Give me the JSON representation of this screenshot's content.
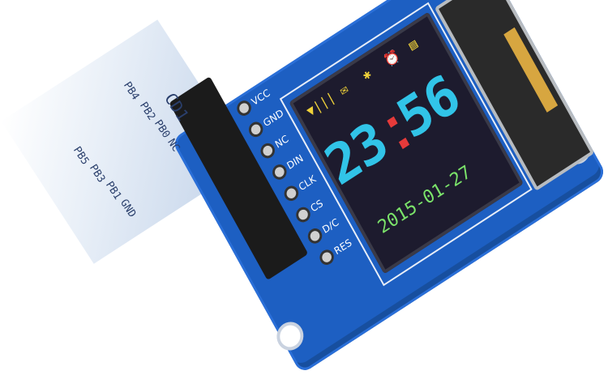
{
  "module": {
    "left_pins": [
      "VCC",
      "GND",
      "NC",
      "DIN",
      "CLK",
      "CS",
      "D/C",
      "RES"
    ],
    "ghost_board_labels": [
      "PB4",
      "PB2",
      "PB0",
      "NC",
      "CD1",
      "PB5",
      "PB3",
      "PB1",
      "GND"
    ],
    "screen": {
      "hours": "23",
      "minutes": "56",
      "date": "2015-01-27",
      "status_icons": [
        "signal-icon",
        "mail-icon",
        "bluetooth-icon",
        "alarm-icon",
        "battery-icon"
      ],
      "colors": {
        "time": "#31c4e8",
        "colon": "#e63a3a",
        "date": "#7be36a",
        "icons": "#f0d23a",
        "pcb": "#1d5fc2"
      }
    }
  }
}
